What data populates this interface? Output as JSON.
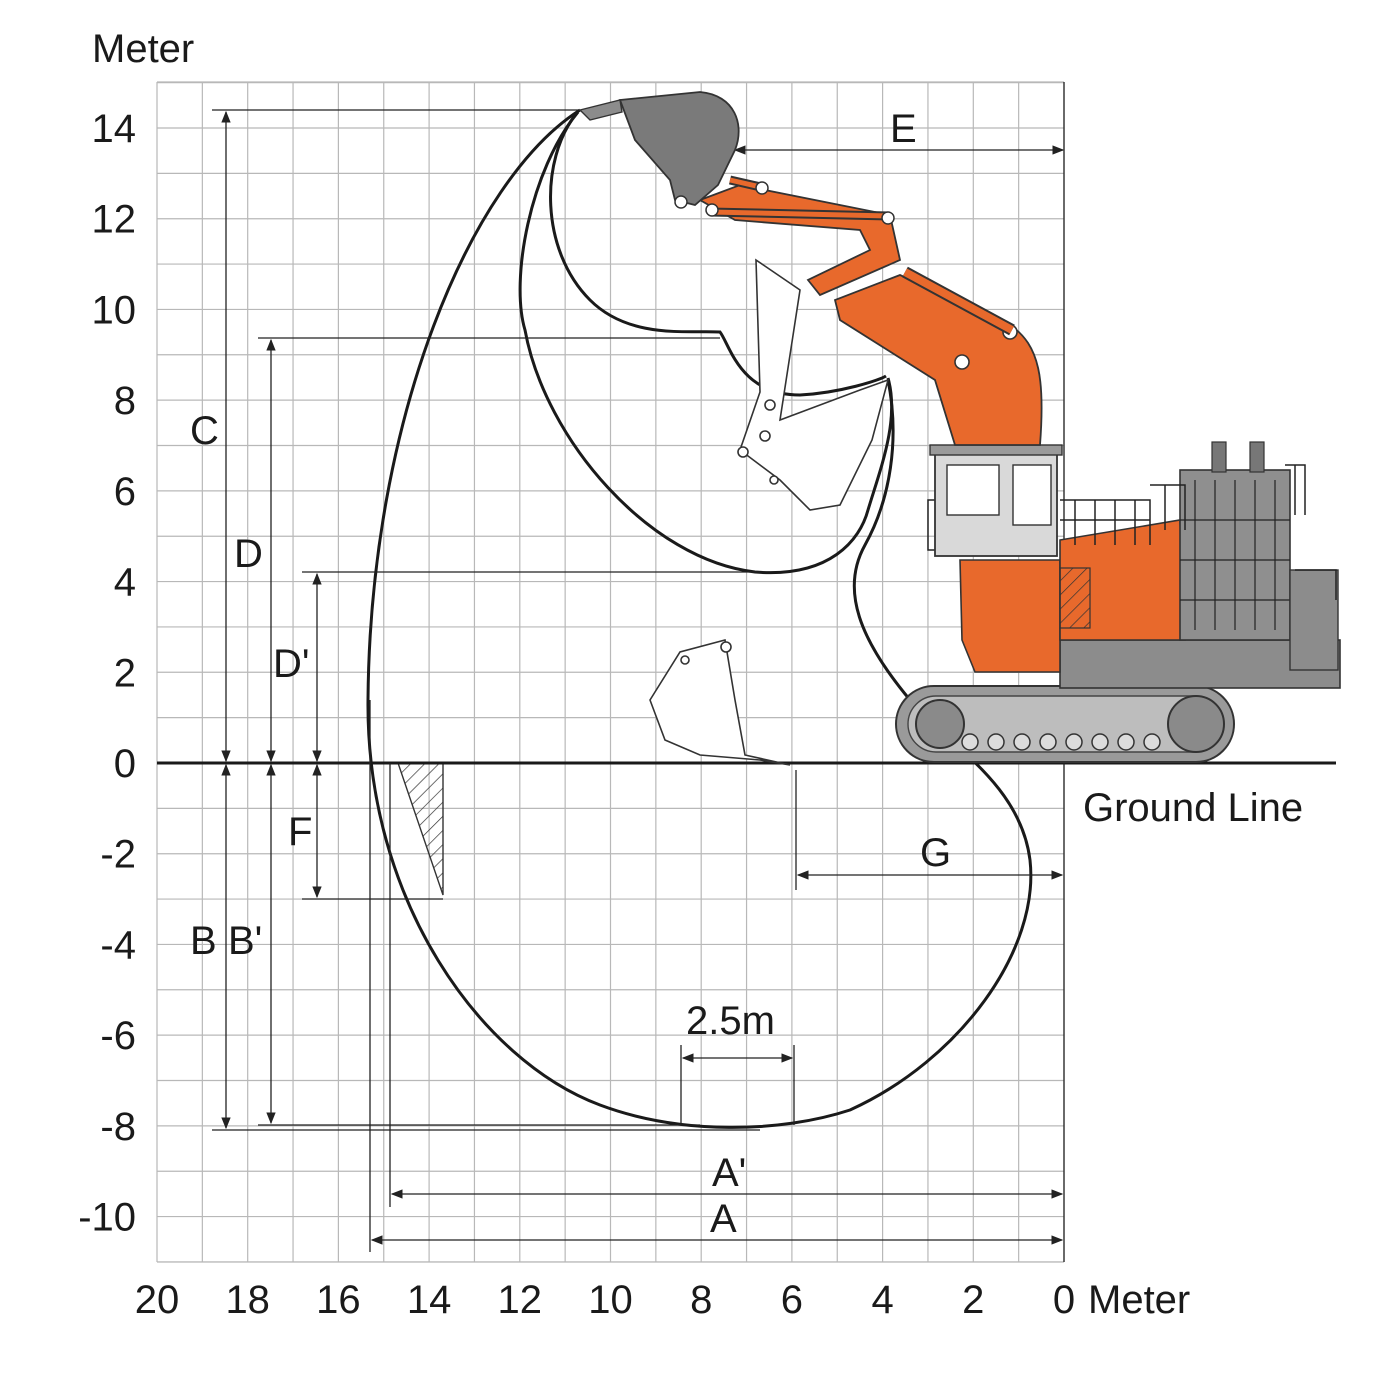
{
  "axes": {
    "x_unit": "Meter",
    "y_unit": "Meter",
    "x_ticks": [
      "20",
      "18",
      "16",
      "14",
      "12",
      "10",
      "8",
      "6",
      "4",
      "2",
      "0"
    ],
    "y_ticks": [
      "14",
      "12",
      "10",
      "8",
      "6",
      "4",
      "2",
      "0",
      "-2",
      "-4",
      "-6",
      "-8",
      "-10"
    ]
  },
  "labels": {
    "ground_line": "Ground Line",
    "A": "A",
    "A_prime": "A'",
    "B": "B",
    "B_prime": "B'",
    "C": "C",
    "D": "D",
    "D_prime": "D'",
    "E": "E",
    "F": "F",
    "G": "G",
    "width_2_5": "2.5m"
  },
  "colors": {
    "boom_orange": "#e8692c",
    "machine_gray": "#8c8c8c",
    "bucket_gray": "#7a7a7a",
    "grid": "#b8b8b8"
  }
}
